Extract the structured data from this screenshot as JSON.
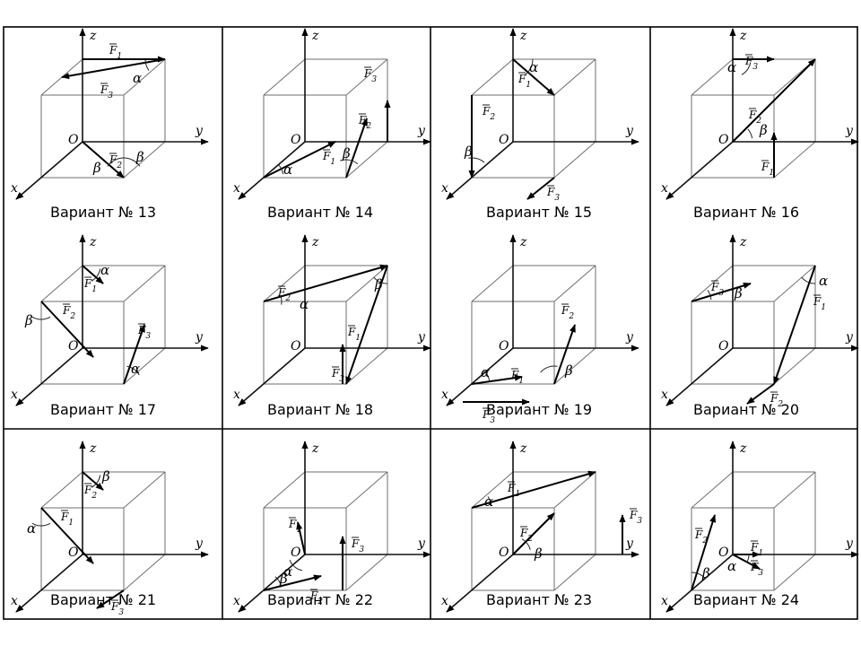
{
  "labels": {
    "axis_x": "x",
    "axis_y": "y",
    "axis_z": "z",
    "origin": "O",
    "force_1": "F1",
    "force_2": "F2",
    "force_3": "F3",
    "alpha": "α",
    "beta": "β"
  },
  "variants": [
    {
      "title": "Вариант № 13"
    },
    {
      "title": "Вариант № 14"
    },
    {
      "title": "Вариант № 15"
    },
    {
      "title": "Вариант № 16"
    },
    {
      "title": "Вариант № 17"
    },
    {
      "title": "Вариант № 18"
    },
    {
      "title": "Вариант № 19"
    },
    {
      "title": "Вариант № 20"
    },
    {
      "title": "Вариант № 21"
    },
    {
      "title": "Вариант № 22"
    },
    {
      "title": "Вариант № 23"
    },
    {
      "title": "Вариант № 24"
    }
  ]
}
